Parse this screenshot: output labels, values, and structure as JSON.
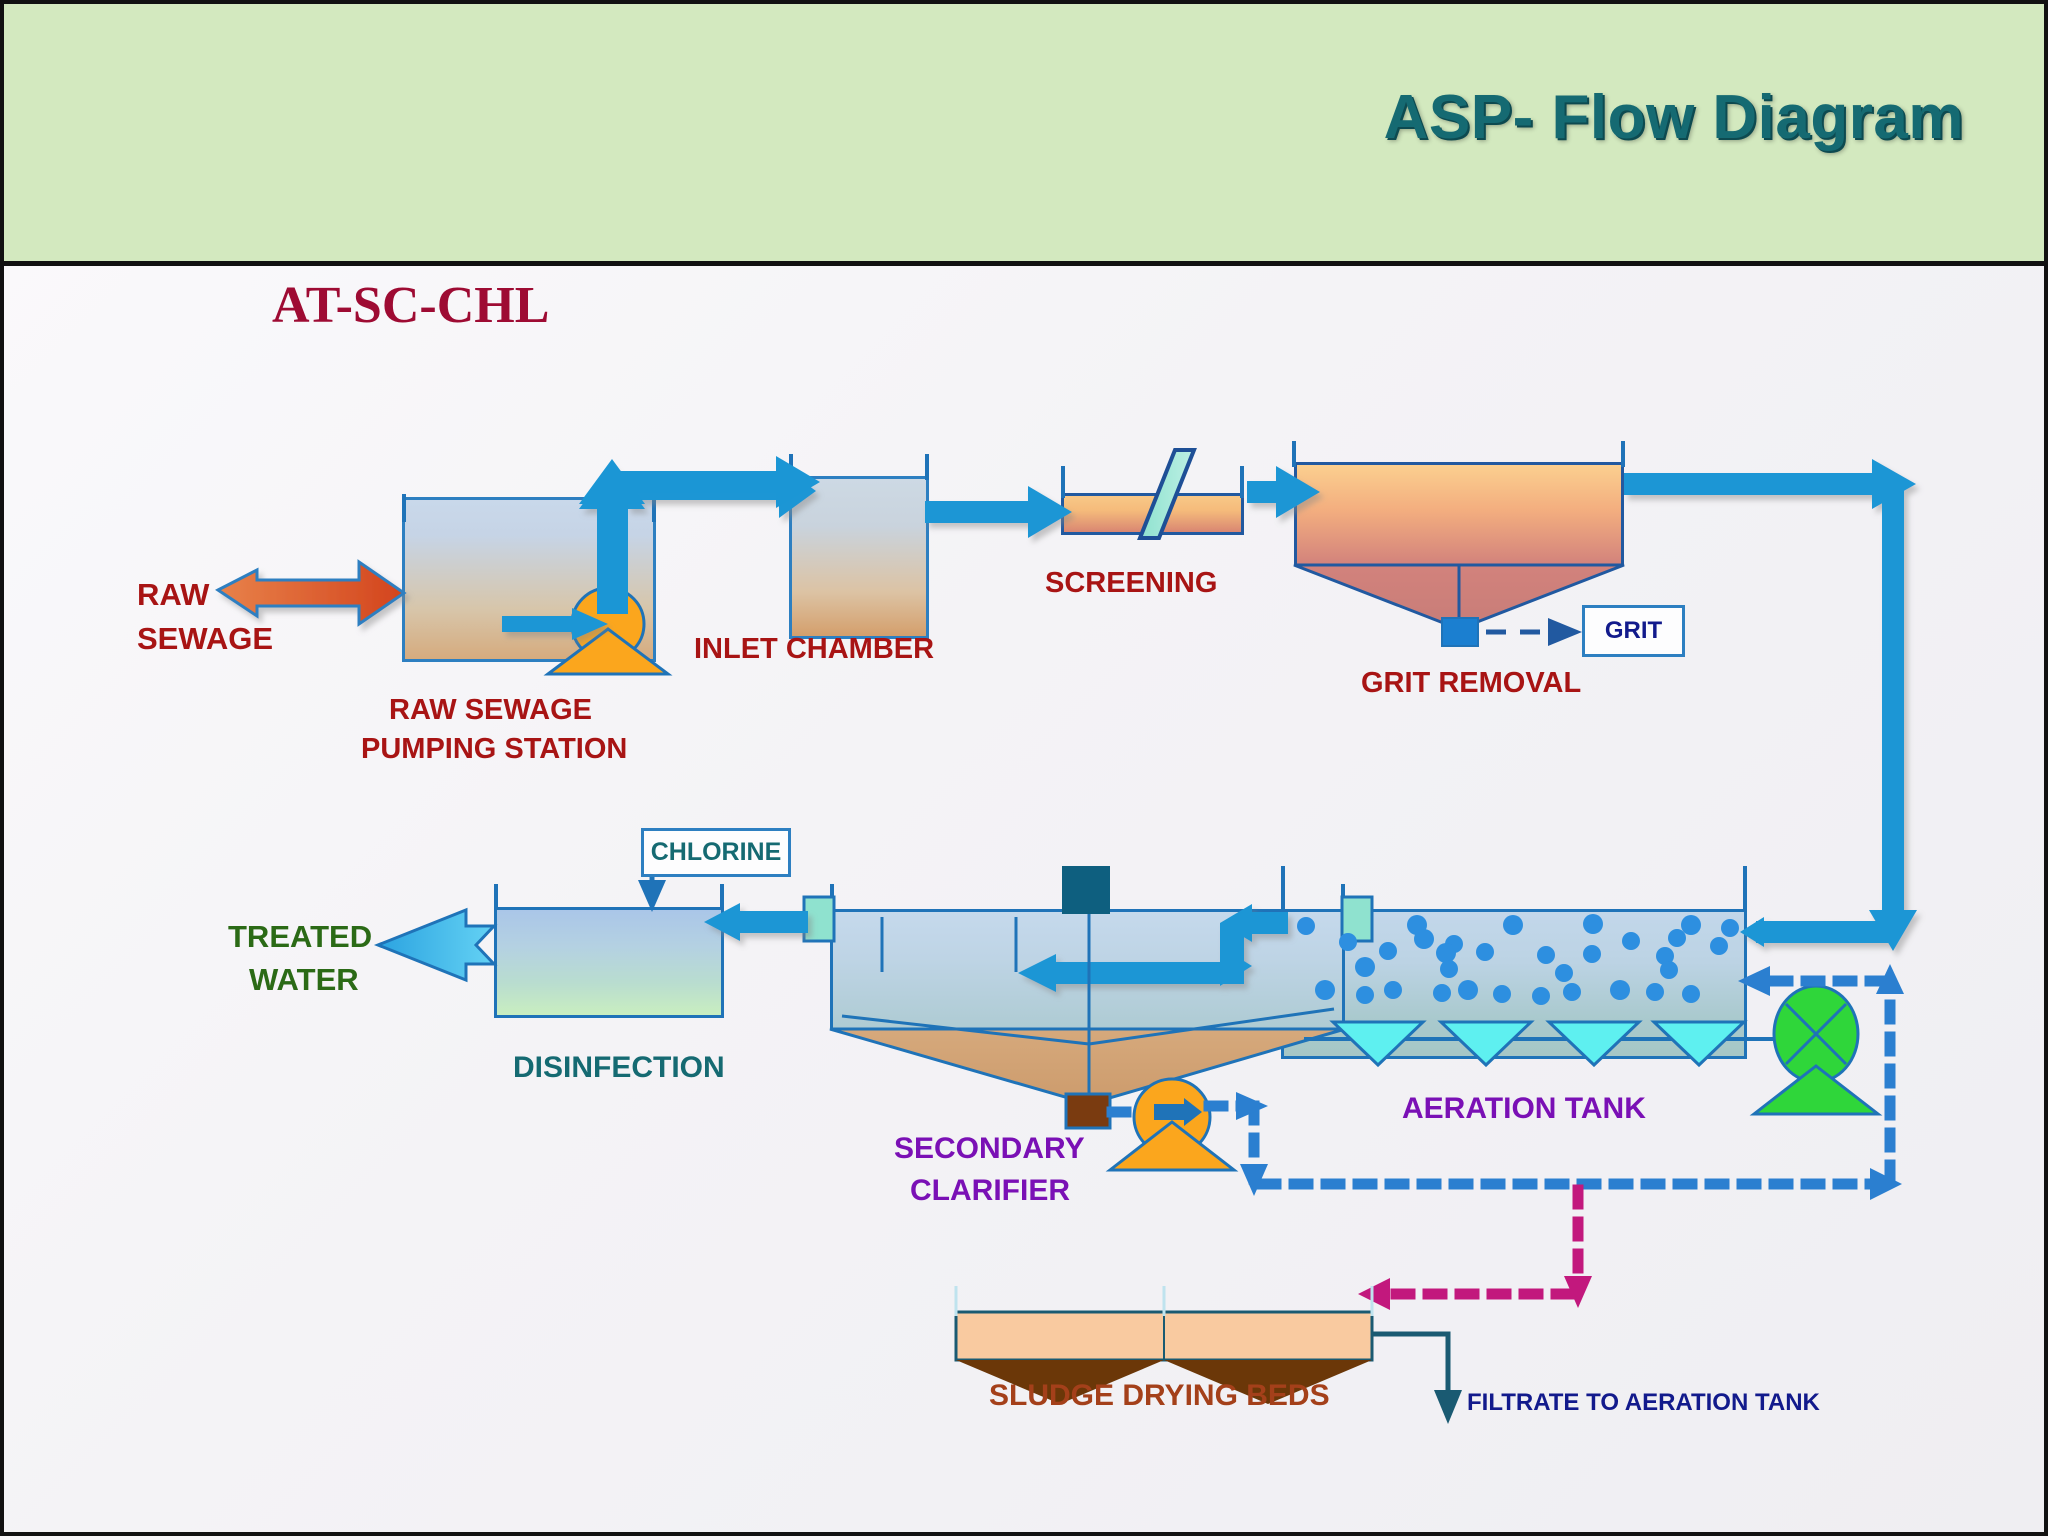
{
  "header": {
    "title": "ASP- Flow Diagram",
    "bg_color": "#d3e9bf",
    "title_color": "#156a72"
  },
  "subtitle": {
    "text": "AT-SC-CHL",
    "color": "#9e0b33"
  },
  "diagram": {
    "type": "process-flow-diagram",
    "domain": "wastewater-treatment",
    "stages": [
      {
        "id": "raw-sewage",
        "label": "RAW\nSEWAGE",
        "label_color": "#a81414"
      },
      {
        "id": "raw-sewage-pumping",
        "label": "RAW SEWAGE\nPUMPING STATION",
        "label_color": "#a81414"
      },
      {
        "id": "inlet-chamber",
        "label": "INLET CHAMBER",
        "label_color": "#a81414"
      },
      {
        "id": "screening",
        "label": "SCREENING",
        "label_color": "#a81414"
      },
      {
        "id": "grit-removal",
        "label": "GRIT REMOVAL",
        "label_color": "#a81414"
      },
      {
        "id": "aeration-tank",
        "label": "AERATION TANK",
        "label_color": "#7a10b5"
      },
      {
        "id": "secondary-clarifier",
        "label": "SECONDARY\nCLARIFIER",
        "label_color": "#7a10b5"
      },
      {
        "id": "disinfection",
        "label": "DISINFECTION",
        "label_color": "#156a72"
      },
      {
        "id": "sludge-drying-beds",
        "label": "SLUDGE DRYING BEDS",
        "label_color": "#a4401a"
      }
    ],
    "labels": {
      "raw_sewage_l1": "RAW",
      "raw_sewage_l2": "SEWAGE",
      "pumping_l1": "RAW SEWAGE",
      "pumping_l2": "PUMPING STATION",
      "inlet_chamber": "INLET CHAMBER",
      "screening": "SCREENING",
      "grit_removal": "GRIT REMOVAL",
      "aeration_tank": "AERATION TANK",
      "secondary_clarifier_l1": "SECONDARY",
      "secondary_clarifier_l2": "CLARIFIER",
      "disinfection": "DISINFECTION",
      "treated_water_l1": "TREATED",
      "treated_water_l2": "WATER",
      "sludge_drying_beds": "SLUDGE DRYING BEDS",
      "filtrate": "FILTRATE TO AERATION TANK"
    },
    "callouts": [
      {
        "id": "grit",
        "text": "GRIT",
        "text_color": "#121a8c"
      },
      {
        "id": "chlorine",
        "text": "CHLORINE",
        "text_color": "#156a72"
      }
    ],
    "streams": [
      {
        "id": "raw-sewage-inflow",
        "style": "solid-arrow",
        "color": "#e2622a",
        "from": "raw-sewage",
        "to": "raw-sewage-pumping"
      },
      {
        "id": "main-flow",
        "style": "solid-arrow",
        "color": "#1b96d5",
        "from": "raw-sewage-pumping",
        "to": "aeration-tank"
      },
      {
        "id": "grit-draw-off",
        "style": "dashed-arrow",
        "color": "#1f73b8",
        "from": "grit-removal",
        "to": "grit"
      },
      {
        "id": "chlorine-dose",
        "style": "solid-arrow",
        "color": "#1f73b8",
        "from": "chlorine",
        "to": "disinfection"
      },
      {
        "id": "treated-water-out",
        "style": "solid-arrow",
        "color": "#34b6ea",
        "from": "disinfection",
        "to": "treated-water"
      },
      {
        "id": "return-activated-sludge",
        "style": "dotted-arrow",
        "color": "#2b7fd0",
        "from": "secondary-clarifier",
        "to": "aeration-tank"
      },
      {
        "id": "waste-activated-sludge",
        "style": "dotted-arrow",
        "color": "#c2187d",
        "from": "return-activated-sludge",
        "to": "sludge-drying-beds"
      },
      {
        "id": "filtrate-return",
        "style": "solid-arrow",
        "color": "#1a5a72",
        "from": "sludge-drying-beds",
        "to": "aeration-tank"
      }
    ],
    "equipment": [
      {
        "id": "raw-sewage-pump",
        "kind": "pump",
        "color": "#fba61d"
      },
      {
        "id": "ras-pump",
        "kind": "pump",
        "color": "#fba61d"
      },
      {
        "id": "air-blower",
        "kind": "blower",
        "color": "#2fd63a"
      },
      {
        "id": "bar-screen",
        "kind": "screen",
        "color": "#9fe8d8"
      },
      {
        "id": "clarifier-drive",
        "kind": "drive",
        "color": "#0e5f7f"
      },
      {
        "id": "diffusers",
        "kind": "diffuser",
        "count": 4,
        "color": "#5ef0f0"
      }
    ],
    "treated_water_color": "#2b6a16"
  }
}
